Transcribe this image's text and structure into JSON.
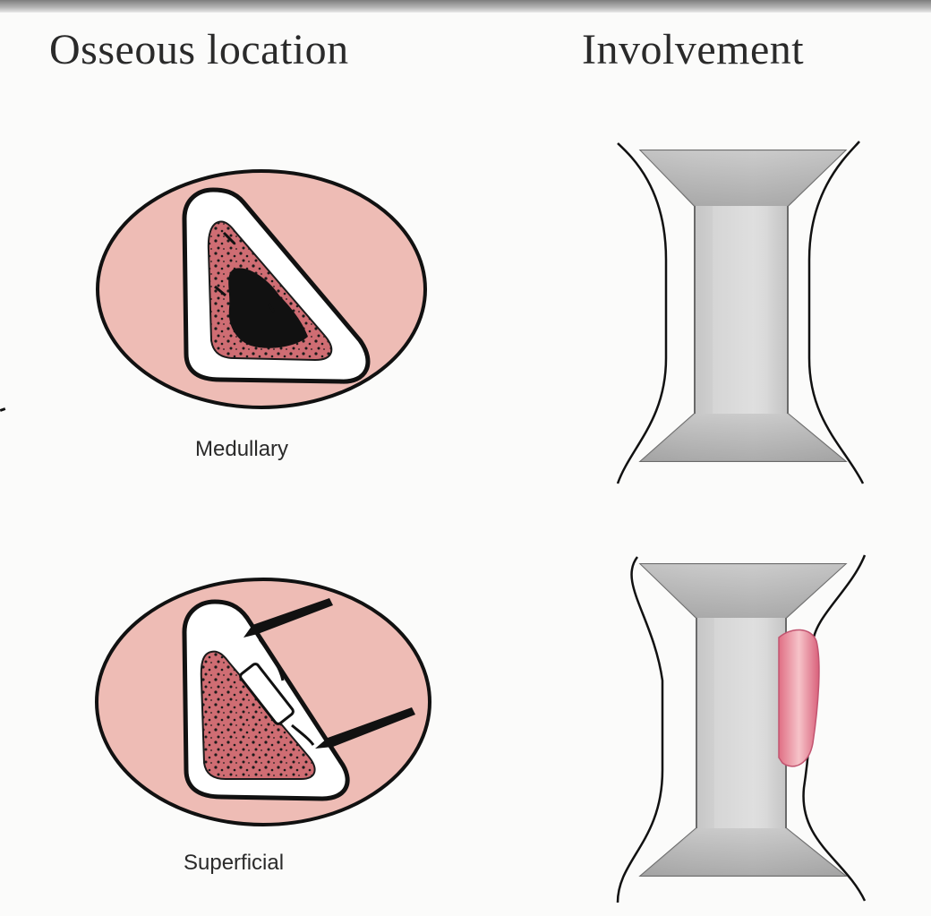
{
  "headings": {
    "osseous_location": "Osseous location",
    "involvement": "Involvement"
  },
  "captions": {
    "medullary": "Medullary",
    "superficial": "Superficial"
  },
  "colors": {
    "soft_tissue": "#eebcb5",
    "outline": "#111111",
    "cortex": "#ffffff",
    "marrow": "#c9646a",
    "bone_gray": "#a9a9a9",
    "lesion": "#e58a98"
  }
}
